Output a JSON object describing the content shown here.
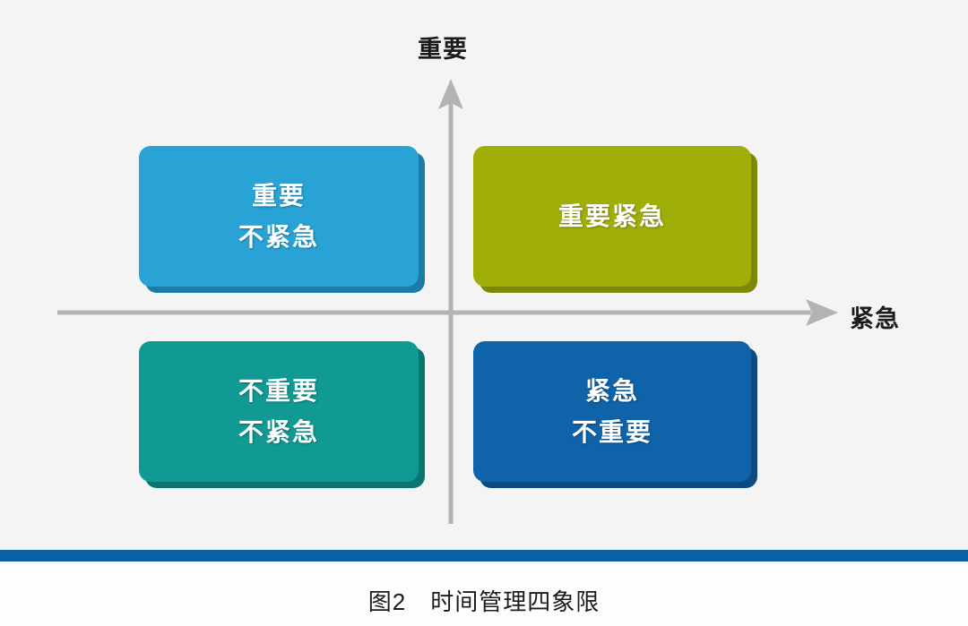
{
  "figure": {
    "background_color": "#f4f4f4",
    "caption": "图2　时间管理四象限",
    "footer_rule_color": "#0b5fa5"
  },
  "axes": {
    "vertical": {
      "label": "重要",
      "line_color": "#b3b3b3",
      "arrow": "arrow-up"
    },
    "horizontal": {
      "label": "紧急",
      "line_color": "#b3b3b3",
      "arrow": "arrow-right"
    }
  },
  "quadrants": [
    {
      "id": "important-not-urgent",
      "lines": [
        "重要",
        "不紧急"
      ],
      "text": "重要\n不紧急",
      "color": "#29a3d5",
      "edge_color": "#1b7ca6",
      "position": "top-left"
    },
    {
      "id": "important-urgent",
      "lines": [
        "重要紧急"
      ],
      "text": "重要紧急",
      "color": "#a0af08",
      "edge_color": "#7c8806",
      "position": "top-right"
    },
    {
      "id": "not-important-not-urgent",
      "lines": [
        "不重要",
        "不紧急"
      ],
      "text": "不重要\n不紧急",
      "color": "#119a93",
      "edge_color": "#0b756f",
      "position": "bottom-left"
    },
    {
      "id": "urgent-not-important",
      "lines": [
        "紧急",
        "不重要"
      ],
      "text": "紧急\n不重要",
      "color": "#0f63a8",
      "edge_color": "#0b4b80",
      "position": "bottom-right"
    }
  ]
}
